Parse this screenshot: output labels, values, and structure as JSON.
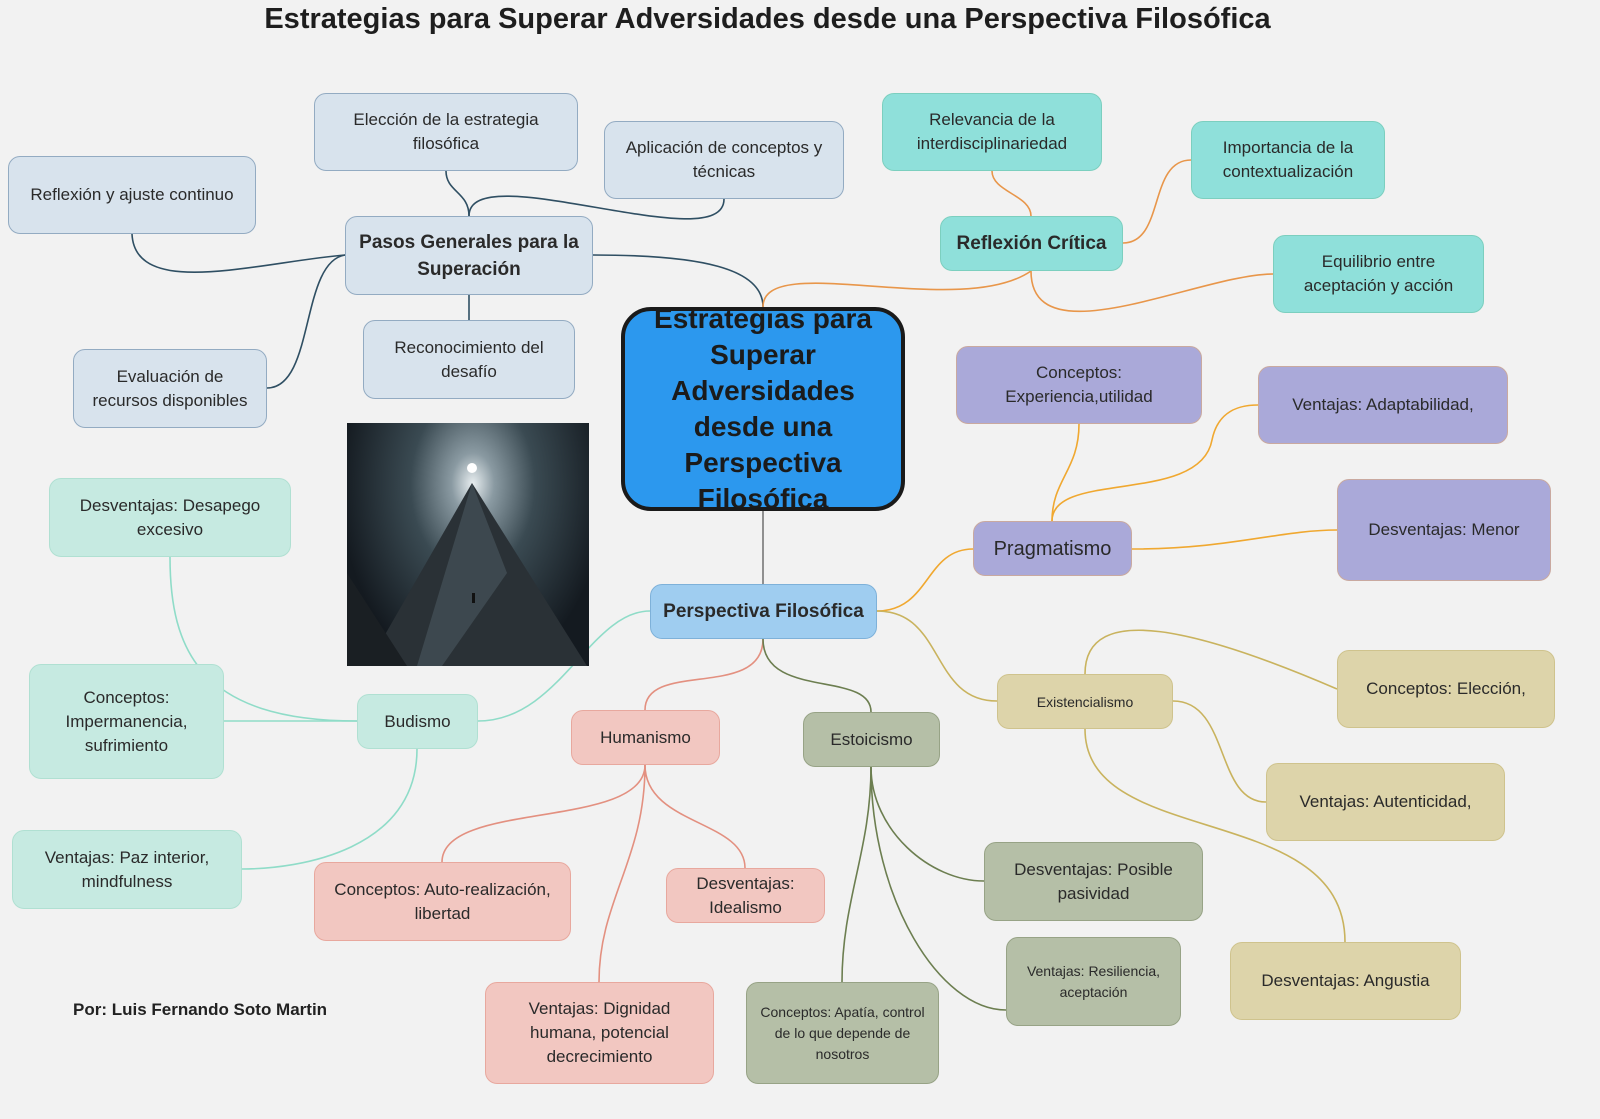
{
  "title": "Estrategias para Superar Adversidades desde una Perspectiva Filosófica",
  "author": "Por: Luis Fernando Soto Martin",
  "central": "Estrategias para Superar Adversidades desde una Perspectiva Filosófica",
  "pasos": {
    "label": "Pasos Generales para la Superación",
    "eleccion": "Elección de la estrategia filosófica",
    "aplicacion": "Aplicación de conceptos y técnicas",
    "reflexion_ajuste": "Reflexión y ajuste continuo",
    "reconocimiento": "Reconocimiento del desafío",
    "evaluacion": "Evaluación de recursos disponibles"
  },
  "reflexion": {
    "label": "Reflexión Crítica",
    "relevancia": "Relevancia de la interdisciplinariedad",
    "importancia": "Importancia de la contextualización",
    "equilibrio": "Equilibrio entre aceptación y acción"
  },
  "perspectiva": "Perspectiva Filosófica",
  "pragmatismo": {
    "label": "Pragmatismo",
    "conceptos": "Conceptos: Experiencia,utilidad",
    "ventajas": "Ventajas: Adaptabilidad,",
    "desventajas": "Desventajas: Menor"
  },
  "existencialismo": {
    "label": "Existencialismo",
    "conceptos": "Conceptos: Elección,",
    "ventajas": "Ventajas: Autenticidad,",
    "desventajas": "Desventajas: Angustia"
  },
  "budismo": {
    "label": "Budismo",
    "desventajas": "Desventajas: Desapego excesivo",
    "conceptos": "Conceptos: Impermanencia, sufrimiento",
    "ventajas": "Ventajas: Paz interior, mindfulness"
  },
  "humanismo": {
    "label": "Humanismo",
    "conceptos": "Conceptos: Auto-realización, libertad",
    "desventajas": "Desventajas: Idealismo",
    "ventajas": "Ventajas: Dignidad humana, potencial decrecimiento"
  },
  "estoicismo": {
    "label": "Estoicismo",
    "desventajas": "Desventajas: Posible pasividad",
    "ventajas": "Ventajas: Resiliencia, aceptación",
    "conceptos": "Conceptos: Apatía, control de lo que depende de nosotros"
  },
  "colors": {
    "pasos": "#2f4f63",
    "reflexion": "#e8964a",
    "pragmatismo": "#f0a830",
    "existencialismo": "#c9b35e",
    "budismo": "#8fdcc8",
    "humanismo": "#e39080",
    "estoicismo": "#6c7e50",
    "central": "#2c98ee"
  }
}
